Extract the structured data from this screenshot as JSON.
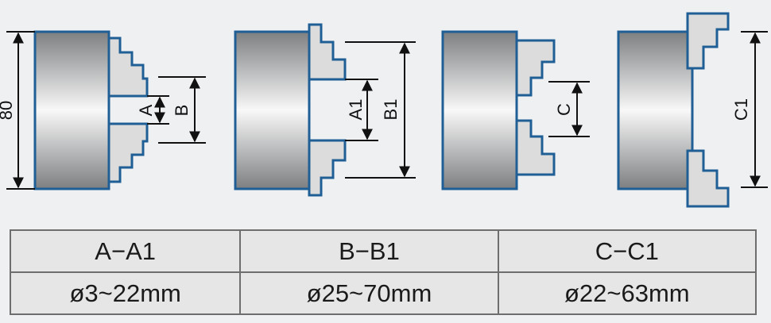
{
  "labels": {
    "height": "80",
    "a": "A",
    "b": "B",
    "a1": "A1",
    "b1": "B1",
    "c": "C",
    "c1": "C1"
  },
  "table": {
    "headers": [
      "A−A1",
      "B−B1",
      "C−C1"
    ],
    "values": [
      "ø3~22mm",
      "ø25~70mm",
      "ø22~63mm"
    ]
  },
  "colors": {
    "outline": "#1f5f95",
    "jaw_fill": "#dcdcdc",
    "body_dark": "#7f8183",
    "body_light": "#f7f7f7",
    "background": "#eef0f2"
  }
}
